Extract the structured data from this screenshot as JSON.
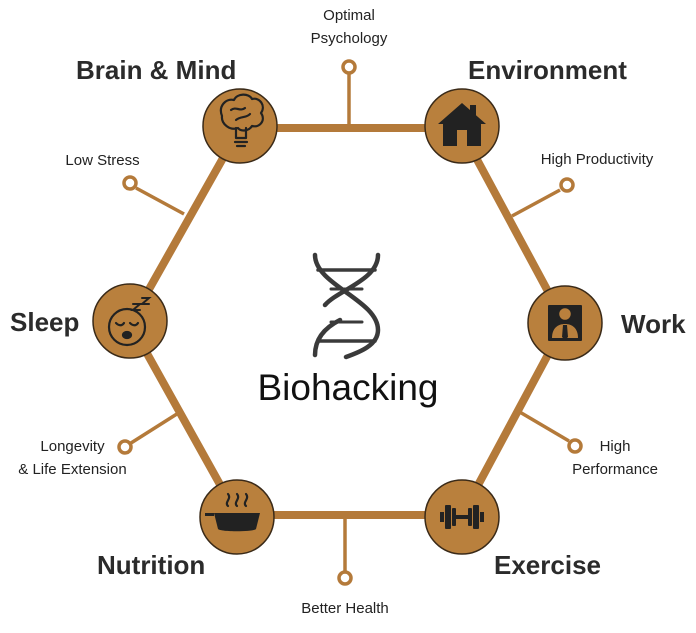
{
  "center": {
    "title": "Biohacking",
    "icon": "dna-icon"
  },
  "accent_color": "#b9803d",
  "line_color": "#b47a3a",
  "nodes": [
    {
      "label": "Brain & Mind",
      "icon": "brain-lightbulb-icon"
    },
    {
      "label": "Environment",
      "icon": "house-icon"
    },
    {
      "label": "Work",
      "icon": "businessman-icon"
    },
    {
      "label": "Exercise",
      "icon": "dumbbell-icon"
    },
    {
      "label": "Nutrition",
      "icon": "hot-dish-icon"
    },
    {
      "label": "Sleep",
      "icon": "sleeping-face-icon"
    }
  ],
  "benefits": {
    "top": [
      "Optimal",
      "Psychology"
    ],
    "upper_right": [
      "High Productivity"
    ],
    "lower_right": [
      "High",
      "Performance"
    ],
    "bottom": [
      "Better Health"
    ],
    "lower_left": [
      "Longevity",
      "& Life Extension"
    ],
    "upper_left": [
      "Low Stress"
    ]
  }
}
